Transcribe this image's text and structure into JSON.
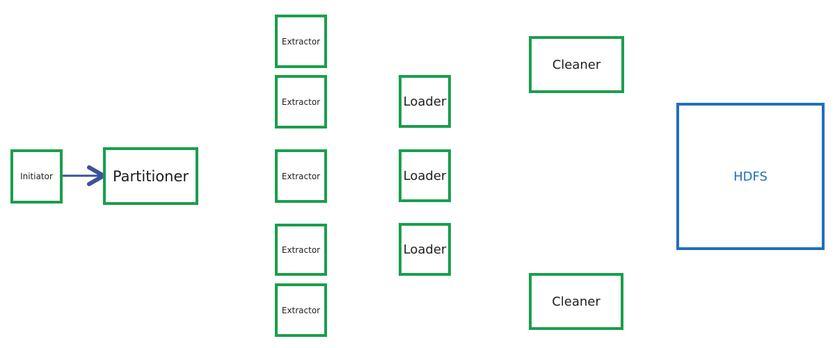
{
  "colors": {
    "component_border": "#1a9e4d",
    "storage_border": "#1f6fbf",
    "arrow": "#3d4f9e",
    "text": "#1e1e1e",
    "storage_text": "#1f6fbf"
  },
  "nodes": {
    "initiator": "Initiator",
    "partitioner": "Partitioner",
    "extractors": [
      "Extractor",
      "Extractor",
      "Extractor",
      "Extractor",
      "Extractor"
    ],
    "loaders": [
      "Loader",
      "Loader",
      "Loader"
    ],
    "cleaners": [
      "Cleaner",
      "Cleaner"
    ],
    "hdfs": "HDFS"
  },
  "edges": [
    {
      "from": "Initiator",
      "to": "Partitioner"
    }
  ]
}
